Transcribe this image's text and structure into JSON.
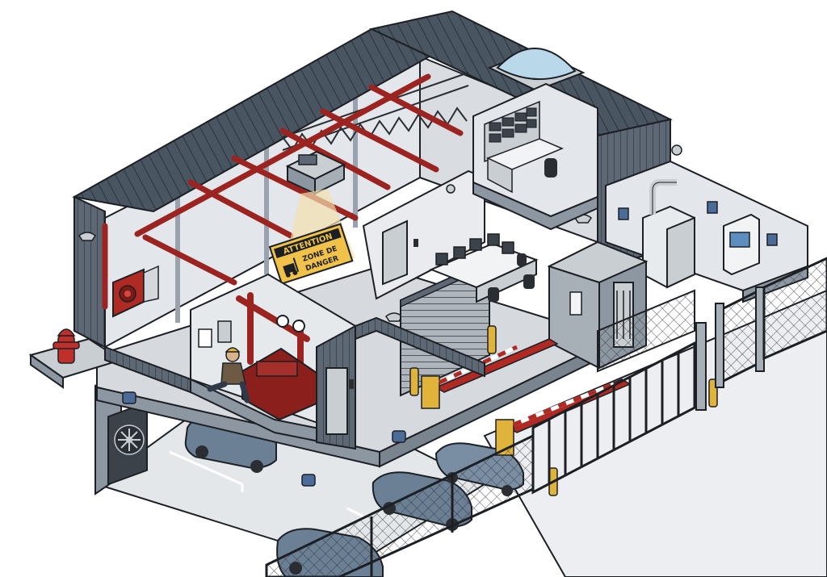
{
  "sign": {
    "header": "ATTENTION",
    "line1": "ZONE DE",
    "line2": "DANGER"
  },
  "colors": {
    "outline": "#1c1f24",
    "roof": "#4a5562",
    "wall_outer": "#5d6874",
    "wall_light": "#e3e6ea",
    "floor": "#e9ebee",
    "pipe_red": "#9b2320",
    "equipment_red": "#8a1f1c",
    "cabinet": "#bfc6cc",
    "bollard": "#e0b43a",
    "sign_yellow": "#f0c24a",
    "skylight": "#b9d8ea",
    "asphalt": "#eceef1",
    "car": "#6b7f95"
  }
}
